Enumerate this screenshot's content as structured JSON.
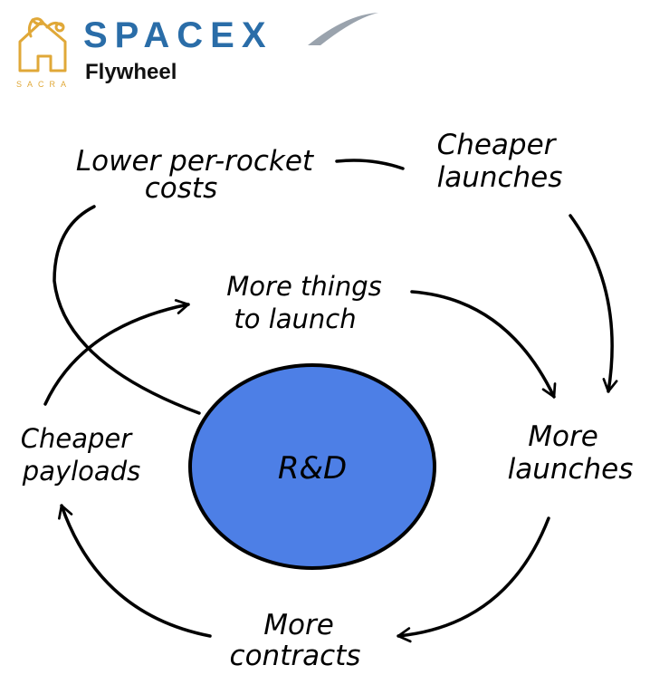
{
  "header": {
    "brand": "SACRA",
    "company": "SPACEX",
    "subtitle": "Flywheel"
  },
  "colors": {
    "sacra_gold": "#e0a838",
    "spacex_blue": "#2a6da8",
    "circle_fill": "#4d7fe6",
    "ink": "#000000"
  },
  "diagram": {
    "center": "R&D",
    "nodes": {
      "lower_costs": [
        "Lower per-rocket",
        "costs"
      ],
      "cheaper_launches": [
        "Cheaper",
        "launches"
      ],
      "more_things": [
        "More things",
        "to launch"
      ],
      "more_launches": [
        "More",
        "launches"
      ],
      "more_contracts": [
        "More",
        "contracts"
      ],
      "cheaper_payloads": [
        "Cheaper",
        "payloads"
      ]
    }
  }
}
